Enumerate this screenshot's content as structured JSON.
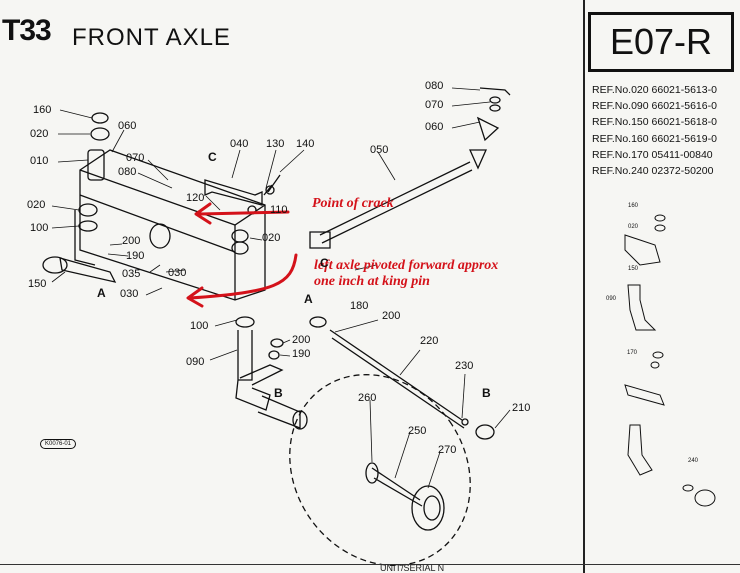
{
  "header": {
    "code": "T33",
    "title": "FRONT AXLE"
  },
  "section_code": "E07-R",
  "refs": [
    "REF.No.020  66021-5613-0",
    "REF.No.090  66021-5616-0",
    "REF.No.150  66021-5618-0",
    "REF.No.160  66021-5619-0",
    "REF.No.170  05411-00840",
    "REF.No.240  02372-50200"
  ],
  "annotations": {
    "crack": "Point of crack",
    "pivot_line1": "left axle pivoted forward approx",
    "pivot_line2": "one inch at king pin"
  },
  "annotation_color": "#d4121a",
  "part_labels": {
    "p160": "160",
    "p020a": "020",
    "p010": "010",
    "p020b": "020",
    "p100a": "100",
    "p150": "150",
    "p060a": "060",
    "p070a": "070",
    "p080a": "080",
    "p040": "040",
    "p130": "130",
    "p140": "140",
    "p120": "120",
    "p110": "110",
    "p020c": "020",
    "p200a": "200",
    "p190a": "190",
    "p035": "035",
    "p030a": "030",
    "p030b": "030",
    "p100b": "100",
    "p090": "090",
    "p200b": "200",
    "p190b": "190",
    "p050": "050",
    "p080b": "080",
    "p070b": "070",
    "p060b": "060",
    "p180": "180",
    "p200c": "200",
    "p220": "220",
    "p230": "230",
    "p210": "210",
    "p260": "260",
    "p250": "250",
    "p270": "270"
  },
  "reference_marks": {
    "c1": "C",
    "c2": "C",
    "a1": "A",
    "a2": "A",
    "b1": "B",
    "b2": "B"
  },
  "inset_labels": {
    "i160": "160",
    "i020": "020",
    "i150": "150",
    "i090": "090",
    "i170": "170",
    "i240": "240"
  },
  "badge": "K0076-01",
  "footer": "UNIT/SERIAL N"
}
